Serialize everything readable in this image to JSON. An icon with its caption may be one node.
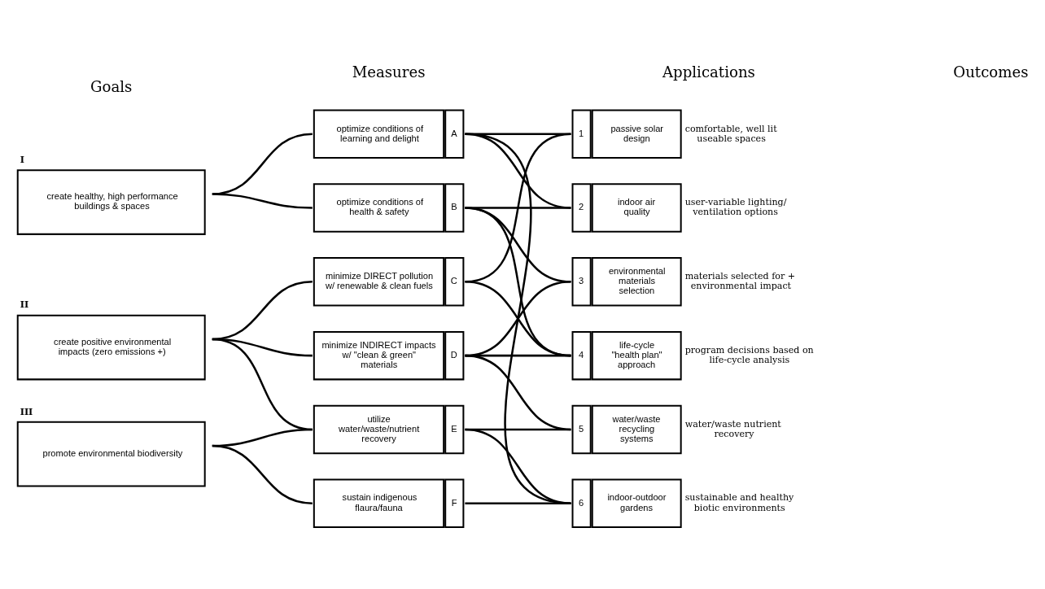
{
  "diagram": {
    "nodes": [
      {
        "text": [
          "create healthy, high performance buildings & spaces"
        ],
        "beside": [
          "I"
        ]
      },
      {
        "text": [
          "create positive environmental impacts (zero emissions +)"
        ],
        "beside": [
          "II"
        ]
      },
      {
        "text": [
          "promote environmental biodiversity"
        ],
        "beside": [
          "III"
        ]
      },
      {
        "text": [
          "optimize conditions of learning and delight",
          "A"
        ]
      },
      {
        "text": [
          "optimize conditions of health & safety",
          "B"
        ]
      },
      {
        "text": [
          "minimize DIRECT pollution w/ renewable & clean fuels",
          "C"
        ]
      },
      {
        "text": [
          "minimize INDIRECT impacts w/ \"clean & green\" materials",
          "D"
        ]
      },
      {
        "text": [
          "utilize water/waste/nutrient recovery",
          "E"
        ]
      },
      {
        "text": [
          "sustain indigenous flaura/fauna",
          "F"
        ]
      },
      {
        "text": [
          "1",
          "passive solar design"
        ],
        "beside": [
          "comfortable, well lit useable spaces"
        ]
      },
      {
        "text": [
          "2",
          "indoor air quality"
        ],
        "beside": [
          "user-variable lighting/ ventilation options"
        ]
      },
      {
        "text": [
          "3",
          "environmental materials selection"
        ],
        "beside": [
          "materials selected for + environmental impact"
        ]
      },
      {
        "text": [
          "4",
          "life-cycle \"health plan\" approach"
        ],
        "beside": [
          "program decisions based on life-cycle analysis"
        ]
      },
      {
        "text": [
          "5",
          "water/waste recycling systems"
        ],
        "beside": [
          "water/waste nutrient recovery"
        ]
      },
      {
        "text": [
          "6",
          "indoor-outdoor gardens"
        ],
        "beside": [
          "sustainable and healthy biotic environments"
        ]
      }
    ],
    "edges": [
      {
        "from": 0,
        "to": 3,
        "arrow": "none"
      },
      {
        "from": 0,
        "to": 4,
        "arrow": "none"
      },
      {
        "from": 1,
        "to": 5,
        "arrow": "none"
      },
      {
        "from": 1,
        "to": 6,
        "arrow": "none"
      },
      {
        "from": 1,
        "to": 7,
        "arrow": "none"
      },
      {
        "from": 2,
        "to": 7,
        "arrow": "none"
      },
      {
        "from": 2,
        "to": 8,
        "arrow": "none"
      },
      {
        "from": 3,
        "to": 9,
        "arrow": "none"
      },
      {
        "from": 3,
        "to": 10,
        "arrow": "none"
      },
      {
        "from": 3,
        "to": 14,
        "arrow": "none"
      },
      {
        "from": 4,
        "to": 10,
        "arrow": "none"
      },
      {
        "from": 4,
        "to": 11,
        "arrow": "none"
      },
      {
        "from": 4,
        "to": 12,
        "arrow": "none"
      },
      {
        "from": 5,
        "to": 9,
        "arrow": "none"
      },
      {
        "from": 5,
        "to": 12,
        "arrow": "none"
      },
      {
        "from": 6,
        "to": 11,
        "arrow": "none"
      },
      {
        "from": 6,
        "to": 12,
        "arrow": "none"
      },
      {
        "from": 6,
        "to": 13,
        "arrow": "none"
      },
      {
        "from": 7,
        "to": 13,
        "arrow": "none"
      },
      {
        "from": 7,
        "to": 14,
        "arrow": "none"
      },
      {
        "from": 8,
        "to": 14,
        "arrow": "none"
      }
    ],
    "labels": [
      "Goals",
      "Measures",
      "Applications",
      "Outcomes"
    ]
  }
}
